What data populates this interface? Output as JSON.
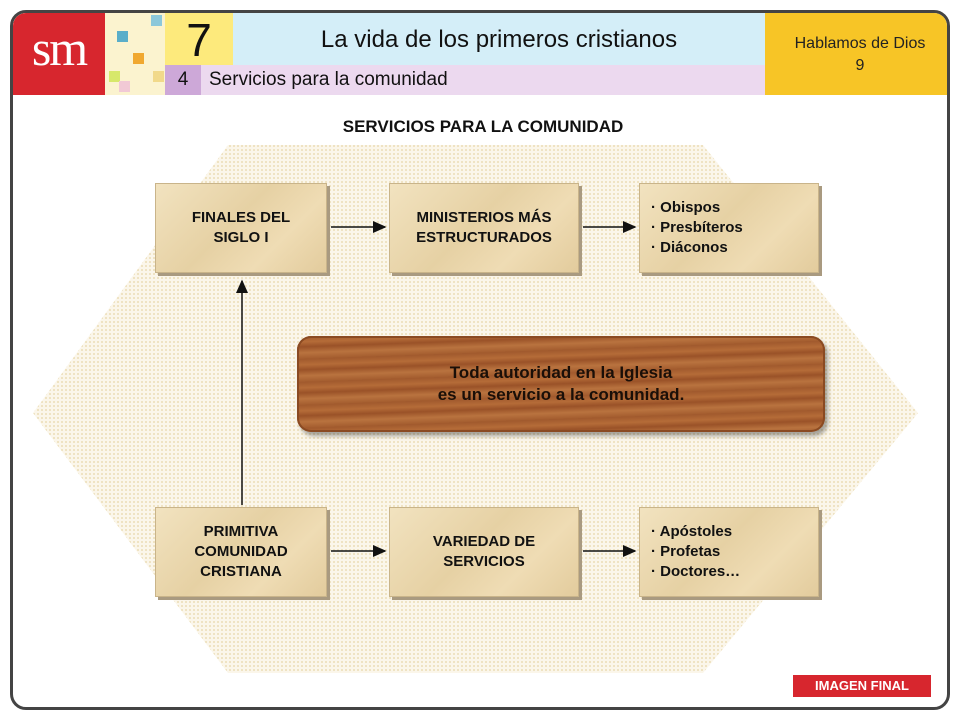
{
  "header": {
    "logo_text": "sm",
    "unit_number": "7",
    "unit_title": "La vida de los primeros cristianos",
    "section_number": "4",
    "section_title": "Servicios para la comunidad",
    "book_title": "Hablamos de Dios",
    "book_number": "9"
  },
  "diagram": {
    "title": "SERVICIOS PARA LA COMUNIDAD",
    "top_row": {
      "left": [
        "FINALES DEL",
        "SIGLO I"
      ],
      "middle": [
        "MINISTERIOS MÁS",
        "ESTRUCTURADOS"
      ],
      "right": [
        "· Obispos",
        "· Presbíteros",
        "· Diáconos"
      ]
    },
    "center_message": [
      "Toda autoridad en la Iglesia",
      "es un servicio a la comunidad."
    ],
    "bottom_row": {
      "left": [
        "PRIMITIVA",
        "COMUNIDAD",
        "CRISTIANA"
      ],
      "middle": [
        "VARIEDAD DE",
        "SERVICIOS"
      ],
      "right": [
        "· Apóstoles",
        "· Profetas",
        "· Doctores…"
      ]
    }
  },
  "footer_tag": "IMAGEN FINAL",
  "colors": {
    "brand_red": "#d7262e",
    "unit_yellow": "#fdea7c",
    "title_blue": "#d4eef8",
    "section_purple": "#cda8d8",
    "corner_gold": "#f7c526"
  }
}
